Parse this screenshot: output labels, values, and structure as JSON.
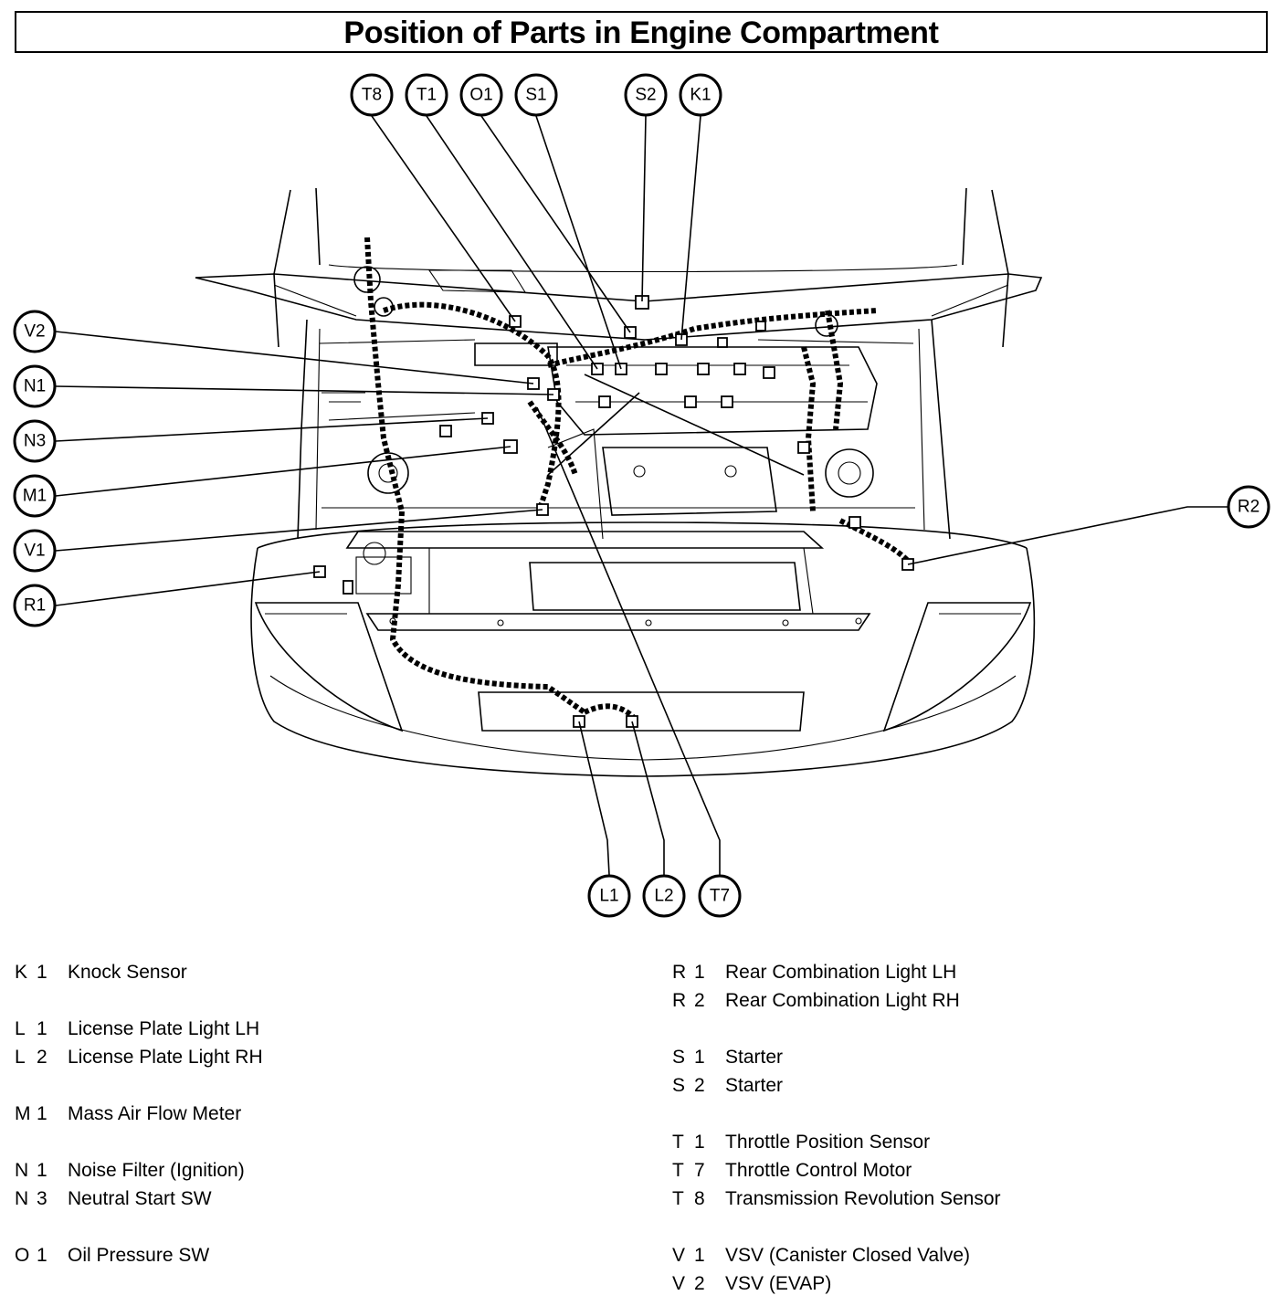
{
  "title": "Position of Parts in Engine Compartment",
  "callouts": {
    "T8": "T8",
    "T1": "T1",
    "O1": "O1",
    "S1": "S1",
    "S2": "S2",
    "K1": "K1",
    "V2": "V2",
    "N1": "N1",
    "N3": "N3",
    "M1": "M1",
    "V1": "V1",
    "R1": "R1",
    "R2": "R2",
    "L1": "L1",
    "L2": "L2",
    "T7": "T7"
  },
  "legend_left": [
    {
      "letter": "K",
      "number": "1",
      "name": "Knock Sensor"
    },
    {
      "gap": true
    },
    {
      "letter": "L",
      "number": "1",
      "name": "License Plate Light LH"
    },
    {
      "letter": "L",
      "number": "2",
      "name": "License Plate Light RH"
    },
    {
      "gap": true
    },
    {
      "letter": "M",
      "number": "1",
      "name": "Mass Air Flow Meter"
    },
    {
      "gap": true
    },
    {
      "letter": "N",
      "number": "1",
      "name": "Noise Filter (Ignition)"
    },
    {
      "letter": "N",
      "number": "3",
      "name": "Neutral Start SW"
    },
    {
      "gap": true
    },
    {
      "letter": "O",
      "number": "1",
      "name": "Oil Pressure SW"
    }
  ],
  "legend_right": [
    {
      "letter": "R",
      "number": "1",
      "name": "Rear Combination Light LH"
    },
    {
      "letter": "R",
      "number": "2",
      "name": "Rear Combination Light RH"
    },
    {
      "gap": true
    },
    {
      "letter": "S",
      "number": "1",
      "name": "Starter"
    },
    {
      "letter": "S",
      "number": "2",
      "name": "Starter"
    },
    {
      "gap": true
    },
    {
      "letter": "T",
      "number": "1",
      "name": "Throttle Position Sensor"
    },
    {
      "letter": "T",
      "number": "7",
      "name": "Throttle Control Motor"
    },
    {
      "letter": "T",
      "number": "8",
      "name": "Transmission Revolution Sensor"
    },
    {
      "gap": true
    },
    {
      "letter": "V",
      "number": "1",
      "name": "VSV (Canister Closed Valve)"
    },
    {
      "letter": "V",
      "number": "2",
      "name": "VSV (EVAP)"
    }
  ]
}
